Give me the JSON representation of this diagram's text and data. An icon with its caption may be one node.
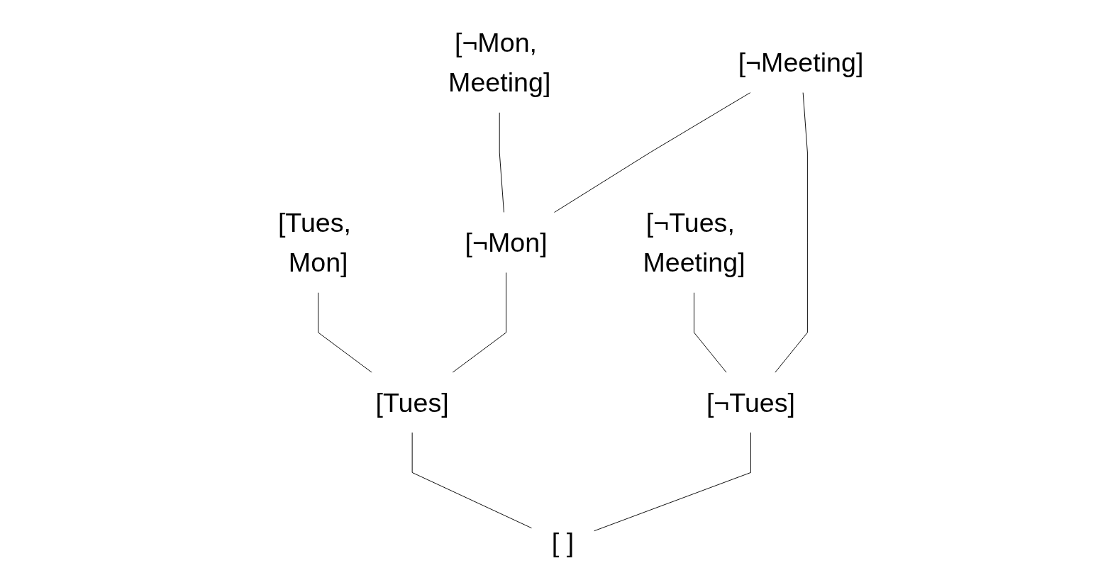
{
  "diagram": {
    "nodes": [
      {
        "text": [
          "[Tues, Mon]"
        ]
      },
      {
        "text": [
          "[¬Mon, Meeting]"
        ]
      },
      {
        "text": [
          "[¬Tues, Meeting]"
        ]
      },
      {
        "text": [
          "[¬Meeting]"
        ]
      },
      {
        "text": [
          "[¬Mon]"
        ]
      },
      {
        "text": [
          "[Tues]"
        ]
      },
      {
        "text": [
          "[¬Tues]"
        ]
      },
      {
        "text": [
          "[ ]"
        ]
      }
    ],
    "edges": [
      {
        "from": 0,
        "to": 5,
        "arrow": "none"
      },
      {
        "from": 1,
        "to": 4,
        "arrow": "none"
      },
      {
        "from": 3,
        "to": 4,
        "arrow": "none"
      },
      {
        "from": 2,
        "to": 6,
        "arrow": "none"
      },
      {
        "from": 3,
        "to": 6,
        "arrow": "none"
      },
      {
        "from": 4,
        "to": 5,
        "arrow": "none"
      },
      {
        "from": 5,
        "to": 7,
        "arrow": "none"
      },
      {
        "from": 6,
        "to": 7,
        "arrow": "none"
      }
    ]
  }
}
